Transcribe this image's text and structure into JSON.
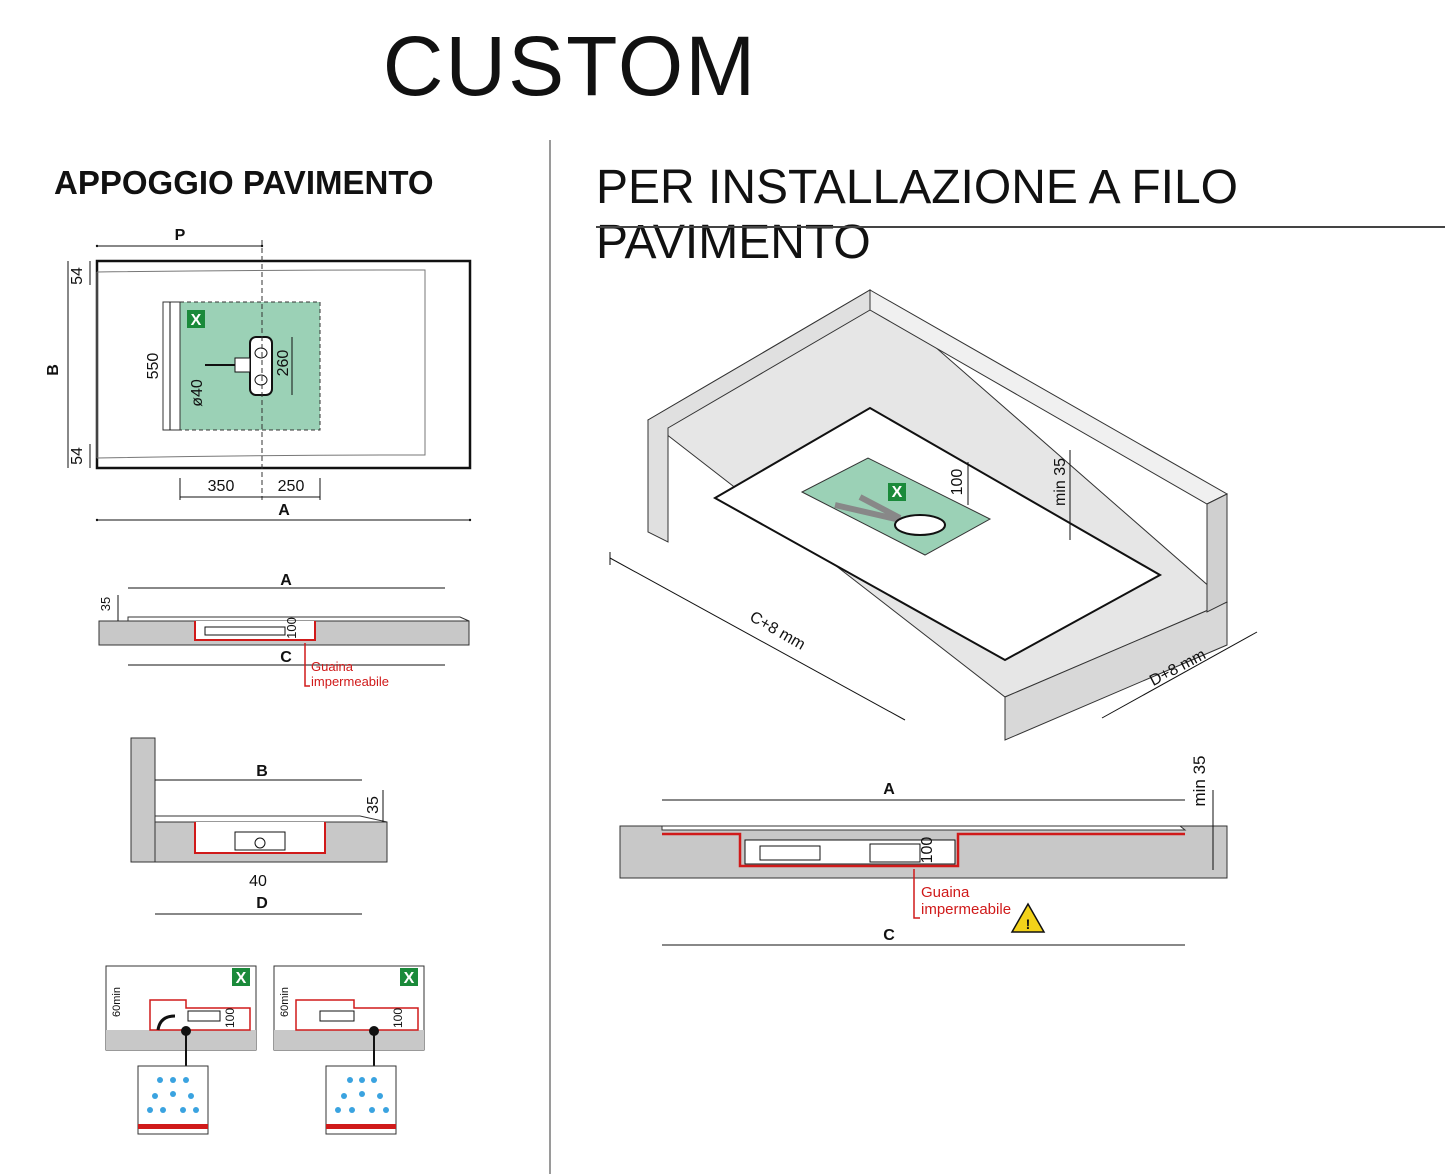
{
  "title": "CUSTOM",
  "left_heading": "APPOGGIO PAVIMENTO",
  "right_heading": "PER INSTALLAZIONE A FILO PAVIMENTO",
  "plan": {
    "P": "P",
    "B": "B",
    "A": "A",
    "d54_top": "54",
    "d54_bottom": "54",
    "d550": "550",
    "d40": "ø40",
    "d260": "260",
    "d350": "350",
    "d250": "250",
    "zone": "X"
  },
  "section1": {
    "A": "A",
    "C": "C",
    "d35": "35",
    "d100": "100",
    "membrane_1": "Guaina",
    "membrane_2": "impermeabile"
  },
  "section2": {
    "B": "B",
    "D": "D",
    "d35": "35",
    "d40": "40"
  },
  "details": {
    "left": {
      "d60": "60min",
      "d100": "100",
      "zone": "X"
    },
    "right": {
      "d60": "60min",
      "d100": "100",
      "zone": "X"
    }
  },
  "iso": {
    "d100": "100",
    "min35": "min 35",
    "C8": "C+8 mm",
    "D8": "D+8 mm",
    "zone": "X"
  },
  "section3": {
    "A": "A",
    "C": "C",
    "d100": "100",
    "min35": "min 35",
    "membrane_1": "Guaina",
    "membrane_2": "impermeabile"
  },
  "colors": {
    "drain_zone": "#9bd1b6",
    "wall": "#e6e6e6",
    "slab": "#c8c8c8",
    "membrane": "#d01a1a",
    "zone_badge": "#1a8a3a",
    "warning": "#f2d21a"
  }
}
